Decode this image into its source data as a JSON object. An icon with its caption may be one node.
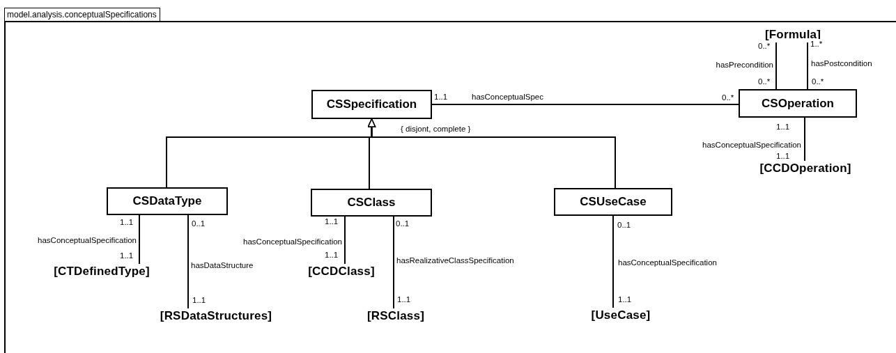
{
  "diagram": {
    "nodes": [
      {
        "text": [
          "model.analysis.conceptualSpecifications"
        ]
      },
      {
        "text": [
          "CSSpecification"
        ],
        "in": 0
      },
      {
        "text": [
          "CSOperation"
        ],
        "in": 0
      },
      {
        "text": [
          "[Formula]"
        ],
        "in": 0
      },
      {
        "text": [
          "[CCDOperation]"
        ],
        "in": 0
      },
      {
        "text": [
          "CSDataType"
        ],
        "in": 0
      },
      {
        "text": [
          "CSClass"
        ],
        "in": 0
      },
      {
        "text": [
          "CSUseCase"
        ],
        "in": 0
      },
      {
        "text": [
          "[CTDefinedType]"
        ],
        "in": 0
      },
      {
        "text": [
          "[RSDataStructures]"
        ],
        "in": 0
      },
      {
        "text": [
          "[CCDClass]"
        ],
        "in": 0
      },
      {
        "text": [
          "[RSClass]"
        ],
        "in": 0
      },
      {
        "text": [
          "[UseCase]"
        ],
        "in": 0
      }
    ],
    "edges": [
      {
        "from": 1,
        "to": 2,
        "arrow": "none",
        "label": "hasConceptualSpec"
      },
      {
        "from": 2,
        "to": 3,
        "arrow": "none",
        "label": "hasPrecondition"
      },
      {
        "from": 2,
        "to": 3,
        "arrow": "none",
        "label": "hasPostcondition"
      },
      {
        "from": 2,
        "to": 4,
        "arrow": "none",
        "label": "hasConceptualSpecification"
      },
      {
        "from": 5,
        "to": 1,
        "arrow": "to"
      },
      {
        "from": 6,
        "to": 1,
        "arrow": "to"
      },
      {
        "from": 7,
        "to": 1,
        "arrow": "to"
      },
      {
        "from": 5,
        "to": 8,
        "arrow": "none",
        "label": "hasConceptualSpecification"
      },
      {
        "from": 5,
        "to": 9,
        "arrow": "none",
        "label": "hasDataStructure"
      },
      {
        "from": 6,
        "to": 10,
        "arrow": "none",
        "label": "hasConceptualSpecification"
      },
      {
        "from": 6,
        "to": 11,
        "arrow": "none",
        "label": "hasRealizativeClassSpecification"
      },
      {
        "from": 7,
        "to": 12,
        "arrow": "none",
        "label": "hasConceptualSpecification"
      }
    ],
    "labels": [
      "0..*",
      "1..*",
      "0..*",
      "0..*",
      "1..1",
      "0..*",
      "{ disjont, complete }",
      "1..1",
      "1..1",
      "1..1",
      "0..1",
      "1..1",
      "0..1",
      "0..1",
      "1..1",
      "1..1",
      "1..1",
      "1..1",
      "1..1"
    ]
  }
}
